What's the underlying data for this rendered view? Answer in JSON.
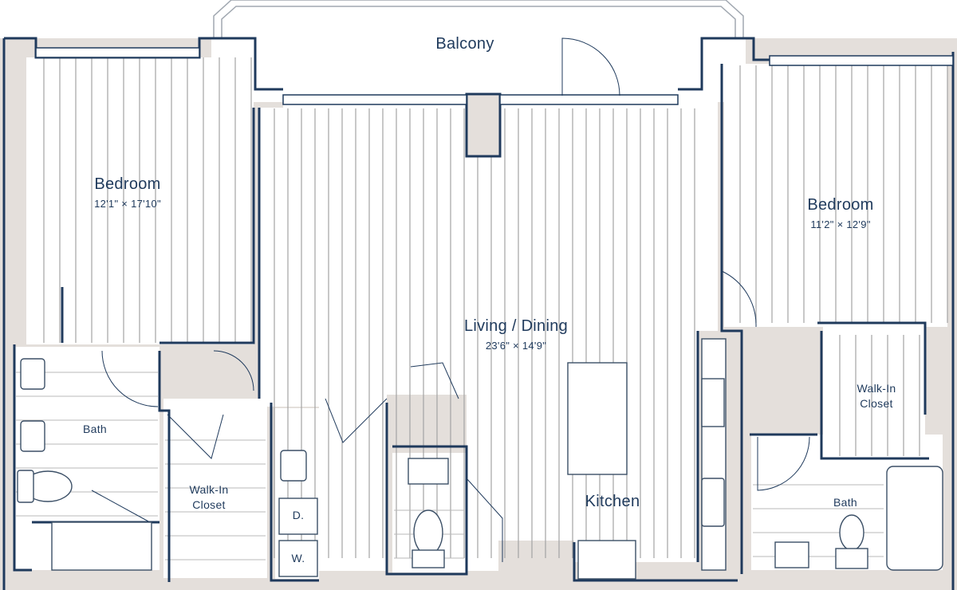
{
  "colors": {
    "wall": "#1f3a5c",
    "wall_fill": "#e4dfdb",
    "floor_line": "#a3a3a3",
    "fixture": "#3b4f66"
  },
  "rooms": {
    "balcony": {
      "name": "Balcony"
    },
    "bedroom_left": {
      "name": "Bedroom",
      "dims": "12'1\" × 17'10\""
    },
    "bedroom_right": {
      "name": "Bedroom",
      "dims": "11'2\" × 12'9\""
    },
    "living": {
      "name": "Living / Dining",
      "dims": "23'6\" × 14'9\""
    },
    "kitchen": {
      "name": "Kitchen"
    },
    "bath_left": {
      "name": "Bath"
    },
    "bath_right": {
      "name": "Bath"
    },
    "closet_left": {
      "line1": "Walk-In",
      "line2": "Closet"
    },
    "closet_right": {
      "line1": "Walk-In",
      "line2": "Closet"
    },
    "dryer": {
      "name": "D."
    },
    "washer": {
      "name": "W."
    }
  }
}
